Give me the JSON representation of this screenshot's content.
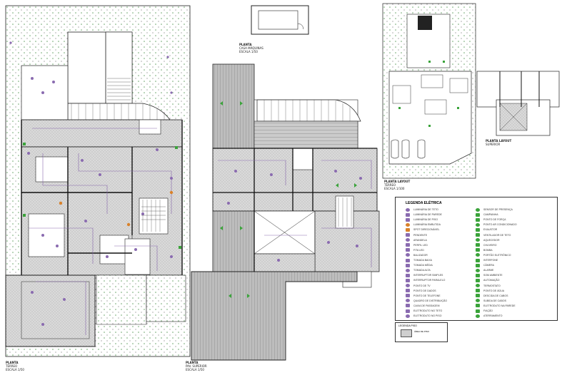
{
  "titles": {
    "terreo": [
      "PLANTA",
      "TÉRREO",
      "ESCALA 1/50"
    ],
    "pavimento": [
      "PLANTA",
      "PAV. SUPERIOR",
      "ESCALA 1/50"
    ],
    "cobertura": [
      "PLANTA",
      "CASA MÁQUINAS",
      "ESCALA 1/50"
    ],
    "layout_terreo": [
      "PLANTA LAYOUT",
      "TÉRREO",
      "ESCALA 1/100"
    ],
    "layout_superior": [
      "PLANTA LAYOUT",
      "SUPERIOR"
    ]
  },
  "legend": {
    "title": "LEGENDA ELÉTRICA",
    "left_items": [
      {
        "color": "#8a6bb0",
        "label": "LUMINÁRIA DE TETO"
      },
      {
        "color": "#8a6bb0",
        "label": "LUMINÁRIA DE PAREDE"
      },
      {
        "color": "#8a6bb0",
        "label": "LUMINÁRIA DE PISO"
      },
      {
        "color": "#d9822b",
        "label": "LUMINÁRIA EMBUTIDA"
      },
      {
        "color": "#d9822b",
        "label": "SPOT DIRECIONÁVEL"
      },
      {
        "color": "#8a6bb0",
        "label": "PENDENTE"
      },
      {
        "color": "#8a6bb0",
        "label": "ARANDELA"
      },
      {
        "color": "#8a6bb0",
        "label": "PERFIL LED"
      },
      {
        "color": "#8a6bb0",
        "label": "FITA LED"
      },
      {
        "color": "#8a6bb0",
        "label": "BALIZADOR"
      },
      {
        "color": "#8a6bb0",
        "label": "TOMADA BAIXA"
      },
      {
        "color": "#8a6bb0",
        "label": "TOMADA MÉDIA"
      },
      {
        "color": "#8a6bb0",
        "label": "TOMADA ALTA"
      },
      {
        "color": "#8a6bb0",
        "label": "INTERRUPTOR SIMPLES"
      },
      {
        "color": "#8a6bb0",
        "label": "INTERRUPTOR PARALELO"
      },
      {
        "color": "#8a6bb0",
        "label": "PONTO DE TV"
      },
      {
        "color": "#8a6bb0",
        "label": "PONTO DE DADOS"
      },
      {
        "color": "#8a6bb0",
        "label": "PONTO DE TELEFONE"
      },
      {
        "color": "#8a6bb0",
        "label": "QUADRO DE DISTRIBUIÇÃO"
      },
      {
        "color": "#8a6bb0",
        "label": "CAIXA DE PASSAGEM"
      },
      {
        "color": "#8a6bb0",
        "label": "ELETRODUTO NO TETO"
      },
      {
        "color": "#8a6bb0",
        "label": "ELETRODUTO NO PISO"
      }
    ],
    "right_items": [
      {
        "color": "#3aa33a",
        "label": "SENSOR DE PRESENÇA"
      },
      {
        "color": "#3aa33a",
        "label": "CAMPAINHA"
      },
      {
        "color": "#3aa33a",
        "label": "PONTO DE FORÇA"
      },
      {
        "color": "#3aa33a",
        "label": "PONTO AR CONDICIONADO"
      },
      {
        "color": "#3aa33a",
        "label": "EXAUSTOR"
      },
      {
        "color": "#3aa33a",
        "label": "VENTILADOR DE TETO"
      },
      {
        "color": "#3aa33a",
        "label": "AQUECEDOR"
      },
      {
        "color": "#3aa33a",
        "label": "CHUVEIRO"
      },
      {
        "color": "#3aa33a",
        "label": "BOMBA"
      },
      {
        "color": "#3aa33a",
        "label": "PORTÃO ELETRÔNICO"
      },
      {
        "color": "#3aa33a",
        "label": "INTERFONE"
      },
      {
        "color": "#3aa33a",
        "label": "CÂMERA"
      },
      {
        "color": "#3aa33a",
        "label": "ALARME"
      },
      {
        "color": "#3aa33a",
        "label": "SOM AMBIENTE"
      },
      {
        "color": "#3aa33a",
        "label": "AUTOMAÇÃO"
      },
      {
        "color": "#3aa33a",
        "label": "TERMOSTATO"
      },
      {
        "color": "#3aa33a",
        "label": "PONTO DE ÁGUA"
      },
      {
        "color": "#3aa33a",
        "label": "DESCIDA DE CABOS"
      },
      {
        "color": "#3aa33a",
        "label": "SUBIDA DE CABOS"
      },
      {
        "color": "#3aa33a",
        "label": "ELETRODUTO NA PAREDE"
      },
      {
        "color": "#3aa33a",
        "label": "FIAÇÃO"
      },
      {
        "color": "#3aa33a",
        "label": "ATERRAMENTO"
      }
    ]
  },
  "note": {
    "title": "LEGENDA PISO",
    "desc": "ÁREA DE PISO"
  },
  "colors": {
    "line": "#222222",
    "fill_floor": "#d8d8d8",
    "garden": "#8fbf8f",
    "purple": "#8a6bb0",
    "green": "#3aa33a",
    "orange": "#d9822b"
  }
}
